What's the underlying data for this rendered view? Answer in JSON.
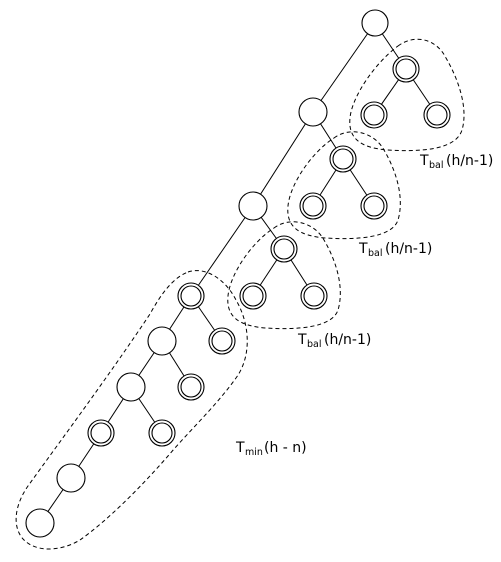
{
  "labels": {
    "bal_symbol": "T",
    "bal_subscript": "bal",
    "bal_argument": "(h/n-1)",
    "min_symbol": "T",
    "min_subscript": "min",
    "min_argument": "(h - n)"
  }
}
